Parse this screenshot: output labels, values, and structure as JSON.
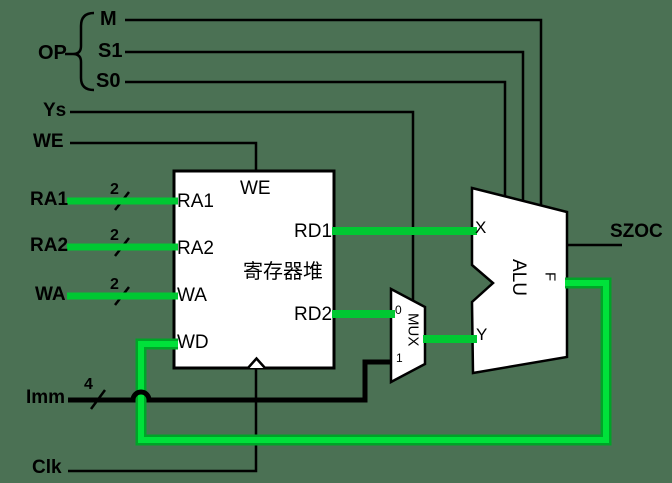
{
  "colors": {
    "background": "#4B7154",
    "wire": "#000000",
    "highlight_green": "#00C832",
    "highlight_green_dark": "#00A428",
    "highlight_green_bright": "#00E13A",
    "shape_fill": "#FFFFFF"
  },
  "signals": {
    "op_group": {
      "label": "OP",
      "bits": [
        {
          "label": "M"
        },
        {
          "label": "S1"
        },
        {
          "label": "S0"
        }
      ]
    },
    "ys": "Ys",
    "we": "WE",
    "ra1": "RA1",
    "ra2": "RA2",
    "wa": "WA",
    "imm": "Imm",
    "clk": "Clk",
    "szoc": "SZOC"
  },
  "bus_widths": {
    "ra1": "2",
    "ra2": "2",
    "wa": "2",
    "imm": "4"
  },
  "register_file": {
    "title": "寄存器堆",
    "ports": {
      "we": "WE",
      "ra1": "RA1",
      "ra2": "RA2",
      "wa": "WA",
      "wd": "WD",
      "rd1": "RD1",
      "rd2": "RD2"
    }
  },
  "mux": {
    "label": "MUX",
    "input0": "0",
    "input1": "1"
  },
  "alu": {
    "label": "ALU",
    "input_x": "X",
    "input_y": "Y",
    "output_f": "F"
  }
}
